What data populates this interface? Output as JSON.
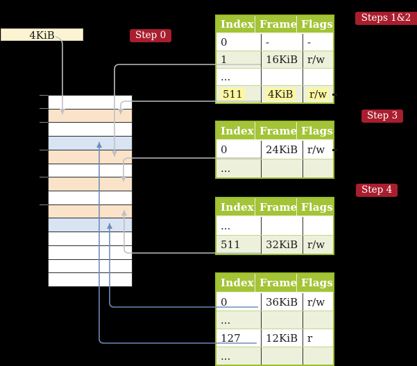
{
  "colors": {
    "background": "#000000",
    "table-header": "#a4c437",
    "table-border": "#9cbb2e",
    "table-row-alt": "#edf1dc",
    "row-highlight": "#fdf7a0",
    "frame-table-row": "#fbe3ca",
    "frame-data-row": "#d8e3f3",
    "frame-label-bg": "#fcf3d3",
    "badge-bg": "#a91e2e",
    "gray-connector": "#bfc0c2",
    "blue-connector": "#6d8cba",
    "text-dark": "#1a1a1a"
  },
  "frame_label": {
    "text": "4KiB"
  },
  "badges": [
    {
      "text": "Step 0"
    },
    {
      "text": "Steps 1&2"
    },
    {
      "text": "Step 3"
    },
    {
      "text": "Step 4"
    }
  ],
  "memory_stack": {
    "rows": [
      {
        "type": "empty"
      },
      {
        "type": "table"
      },
      {
        "type": "empty"
      },
      {
        "type": "data"
      },
      {
        "type": "table"
      },
      {
        "type": "empty"
      },
      {
        "type": "table"
      },
      {
        "type": "empty"
      },
      {
        "type": "table"
      },
      {
        "type": "data"
      },
      {
        "type": "empty"
      },
      {
        "type": "empty"
      },
      {
        "type": "empty"
      },
      {
        "type": "empty"
      }
    ],
    "tick_boundaries": [
      0,
      1,
      2,
      4,
      6,
      8
    ]
  },
  "tables": [
    {
      "headers": [
        "Index",
        "Frame",
        "Flags"
      ],
      "rows": [
        {
          "cells": [
            "0",
            "-",
            "-"
          ],
          "shaded": false,
          "highlighted": false
        },
        {
          "cells": [
            "1",
            "16KiB",
            "r/w"
          ],
          "shaded": true,
          "highlighted": false
        },
        {
          "cells": [
            "...",
            "",
            ""
          ],
          "shaded": false,
          "highlighted": false
        },
        {
          "cells": [
            "511",
            "4KiB",
            "r/w"
          ],
          "shaded": true,
          "highlighted": true
        }
      ]
    },
    {
      "headers": [
        "Index",
        "Frame",
        "Flags"
      ],
      "rows": [
        {
          "cells": [
            "0",
            "24KiB",
            "r/w"
          ],
          "shaded": false,
          "highlighted": false
        },
        {
          "cells": [
            "...",
            "",
            ""
          ],
          "shaded": true,
          "highlighted": false
        }
      ]
    },
    {
      "headers": [
        "Index",
        "Frame",
        "Flags"
      ],
      "rows": [
        {
          "cells": [
            "...",
            "",
            ""
          ],
          "shaded": false,
          "highlighted": false
        },
        {
          "cells": [
            "511",
            "32KiB",
            "r/w"
          ],
          "shaded": true,
          "highlighted": false
        }
      ]
    },
    {
      "headers": [
        "Index",
        "Frame",
        "Flags"
      ],
      "rows": [
        {
          "cells": [
            "0",
            "36KiB",
            "r/w"
          ],
          "shaded": false,
          "highlighted": false
        },
        {
          "cells": [
            "...",
            "",
            ""
          ],
          "shaded": true,
          "highlighted": false
        },
        {
          "cells": [
            "127",
            "12KiB",
            "r"
          ],
          "shaded": false,
          "highlighted": false
        },
        {
          "cells": [
            "...",
            "",
            ""
          ],
          "shaded": true,
          "highlighted": false
        }
      ]
    }
  ],
  "connectors": [
    {
      "from": "4KiB label",
      "to": "memory frame row 2",
      "color": "gray"
    },
    {
      "from": "table 1 entry 1 (16KiB)",
      "to": "memory frame row 5",
      "color": "gray"
    },
    {
      "from": "table 1 entry 511 (4KiB)",
      "to": "memory frame row 2",
      "color": "gray"
    },
    {
      "from": "table 2 entry 0 (24KiB)",
      "to": "memory frame row 7",
      "color": "gray"
    },
    {
      "from": "table 3 entry 511 (32KiB)",
      "to": "memory frame row 9",
      "color": "gray"
    },
    {
      "from": "table 4 entry 0 (36KiB)",
      "to": "memory frame row 10",
      "color": "blue"
    },
    {
      "from": "table 4 entry 127 (12KiB)",
      "to": "memory frame row 4",
      "color": "blue"
    }
  ]
}
